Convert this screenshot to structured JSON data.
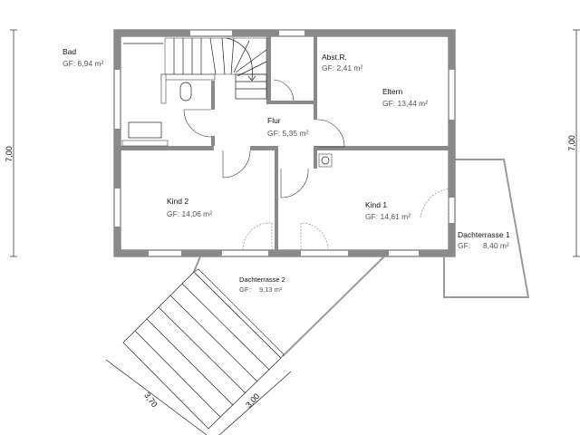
{
  "rooms": {
    "bad": {
      "name": "Bad",
      "area": "GF: 6,94 m²"
    },
    "abstr": {
      "name": "Abst.R.",
      "area": "GF: 2,41 m²"
    },
    "eltern": {
      "name": "Eltern",
      "area": "GF: 13,44 m²"
    },
    "flur": {
      "name": "Flur",
      "area": "GF: 5,35 m²"
    },
    "kind2": {
      "name": "Kind 2",
      "area": "GF: 14,06 m²"
    },
    "kind1": {
      "name": "Kind 1",
      "area": "GF: 14,61 m²"
    },
    "dachterrasse1": {
      "name": "Dachterrasse 1",
      "gf": "GF:",
      "area": "8,40 m²"
    },
    "dachterrasse2": {
      "name": "Dachterrasse 2",
      "gf": "GF:",
      "area": "9,13 m²"
    }
  },
  "dimensions": {
    "left": "7,00",
    "right": "7,00",
    "stair_length": "3,70",
    "stair_width": "3,00"
  }
}
